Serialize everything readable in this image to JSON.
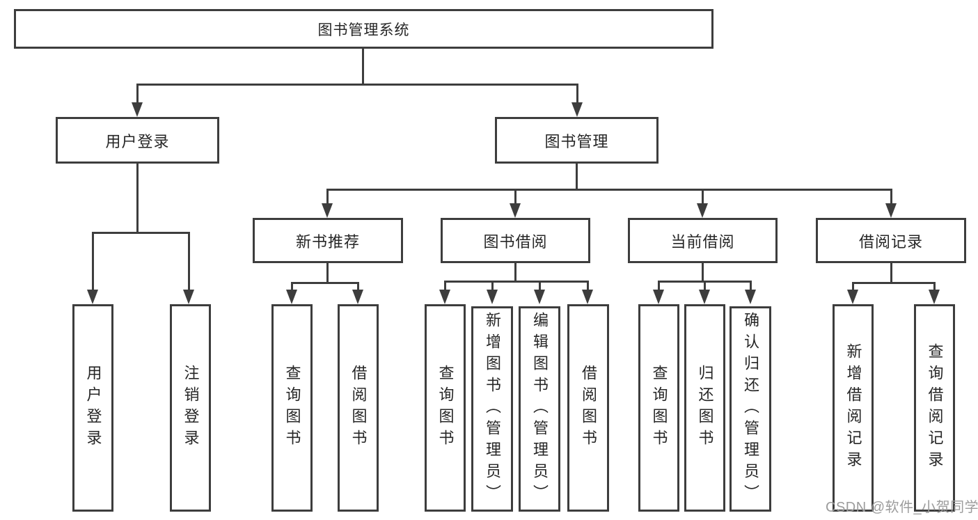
{
  "diagram": {
    "title_node": "图书管理系统",
    "root": {
      "label": "图书管理系统"
    },
    "branches": [
      {
        "label": "用户登录",
        "children": [
          {
            "label": "用户登录"
          },
          {
            "label": "注销登录"
          }
        ]
      },
      {
        "label": "图书管理",
        "children": [
          {
            "label": "新书推荐",
            "children": [
              {
                "label": "查询图书"
              },
              {
                "label": "借阅图书"
              }
            ]
          },
          {
            "label": "图书借阅",
            "children": [
              {
                "label": "查询图书"
              },
              {
                "label": "新增图书（管理员）"
              },
              {
                "label": "编辑图书（管理员）"
              },
              {
                "label": "借阅图书"
              }
            ]
          },
          {
            "label": "当前借阅",
            "children": [
              {
                "label": "查询图书"
              },
              {
                "label": "归还图书"
              },
              {
                "label": "确认归还（管理员）"
              }
            ]
          },
          {
            "label": "借阅记录",
            "children": [
              {
                "label": "新增借阅记录"
              },
              {
                "label": "查询借阅记录"
              }
            ]
          }
        ]
      }
    ]
  },
  "watermark": {
    "text": "CSDN @软件_小贺同学"
  },
  "colors": {
    "line": "#3d3d3d",
    "text": "#262626",
    "watermark": "#9c9c9c",
    "background": "#ffffff"
  }
}
